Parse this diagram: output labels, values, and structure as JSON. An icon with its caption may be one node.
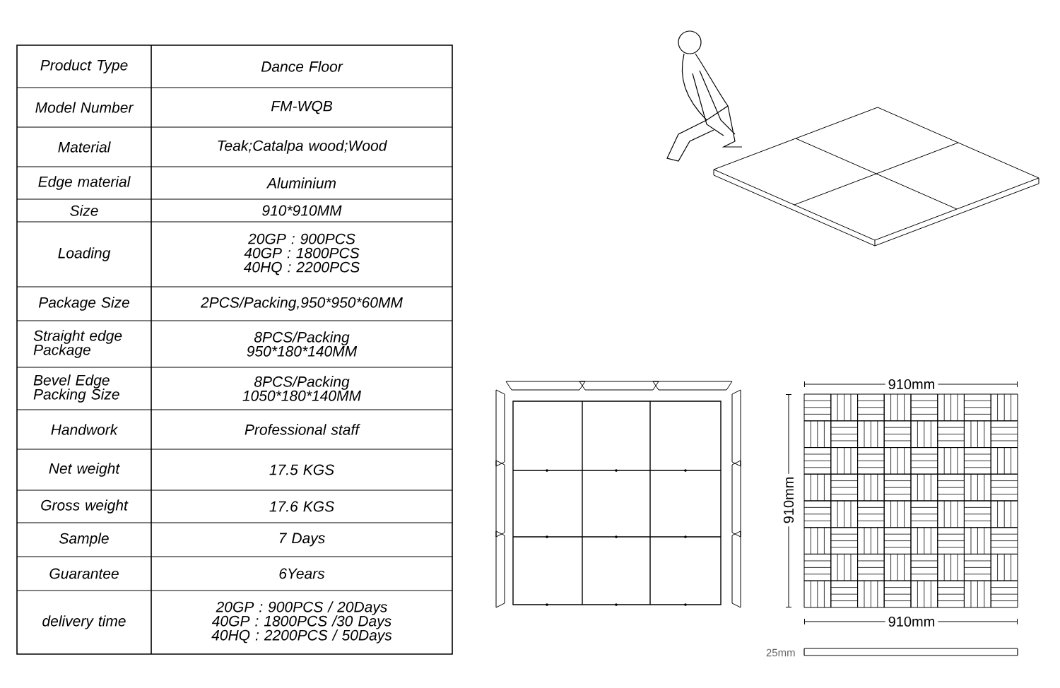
{
  "diagram": {
    "labels": [
      "Product Type",
      "Dance Floor",
      "Model Number",
      "FM-WQB",
      "Material",
      "Teak;Catalpa wood;Wood",
      "Edge material",
      "Aluminium",
      "Size",
      "910*910MM",
      "Loading",
      "20GP : 900PCS 40GP : 1800PCS 40HQ : 2200PCS",
      "Package Size",
      "2PCS/Packing,950*950*60MM",
      "Straight edge Package",
      "8PCS/Packing 950*180*140MM",
      "Bevel Edge Packing Size",
      "8PCS/Packing 1050*180*140MM",
      "Handwork",
      "Professional staff",
      "Net weight",
      "17.5 KGS",
      "Gross weight",
      "17.6 KGS",
      "Sample",
      "7 Days",
      "Guarantee",
      "6Years",
      "delivery time",
      "20GP : 900PCS / 20Days 40GP : 1800PCS /30 Days 40HQ : 2200PCS / 50Days",
      "910mm",
      "910mm",
      "910mm",
      "25mm"
    ]
  }
}
